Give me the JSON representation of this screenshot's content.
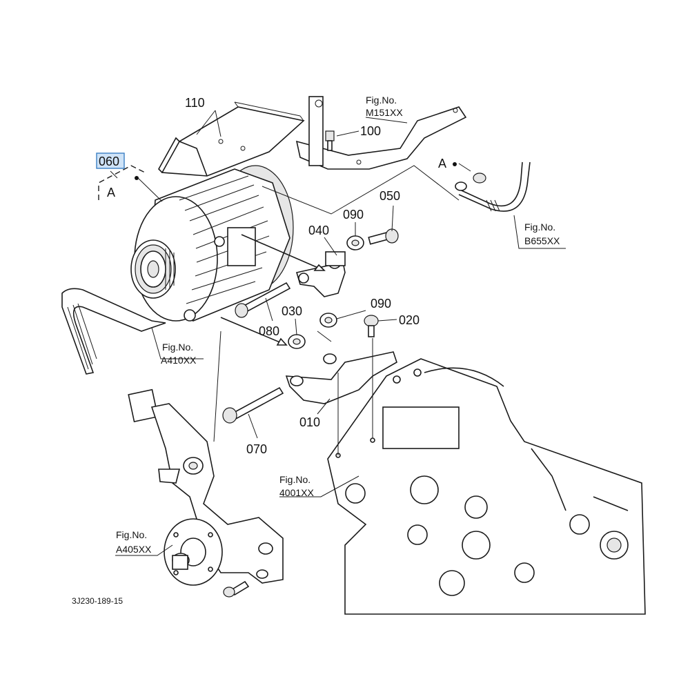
{
  "diagram": {
    "part_numbers": {
      "p110": "110",
      "p100": "100",
      "p060": "060",
      "p050": "050",
      "p090a": "090",
      "p040": "040",
      "p090b": "090",
      "p030": "030",
      "p020": "020",
      "p080": "080",
      "p070": "070",
      "p010": "010"
    },
    "selected_part": "060",
    "view_letters": {
      "left": "A",
      "right": "A"
    },
    "figure_refs": {
      "m151": {
        "label": "Fig.No.",
        "code": "M151XX"
      },
      "b655": {
        "label": "Fig.No.",
        "code": "B655XX"
      },
      "a410": {
        "label": "Fig.No.",
        "code": "A410XX"
      },
      "f4001": {
        "label": "Fig.No.",
        "code": "4001XX"
      },
      "a405": {
        "label": "Fig.No.",
        "code": "A405XX"
      }
    },
    "drawing_code": "3J230-189-15"
  }
}
